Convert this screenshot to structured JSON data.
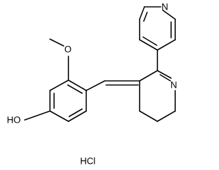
{
  "molecule": {
    "atom_labels": {
      "pyridine_n": "N",
      "ring_n": "N",
      "methoxy_o": "O",
      "hydroxyl": "HO"
    },
    "salt": "HCl",
    "colors": {
      "bond": "#000000",
      "text": "#000000",
      "background": "#ffffff"
    }
  }
}
